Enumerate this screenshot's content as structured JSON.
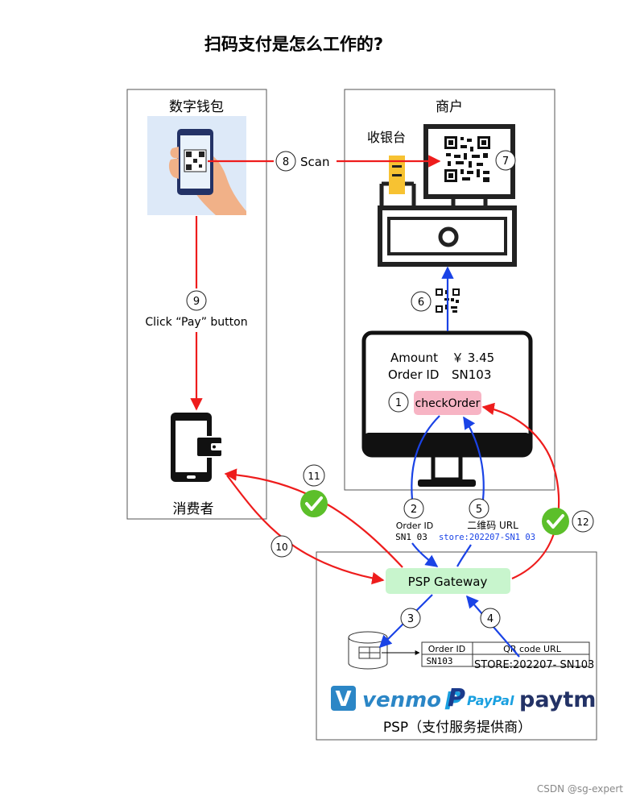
{
  "title": "扫码支付是怎么工作的?",
  "boxes": {
    "wallet": "数字钱包",
    "merchant": "商户",
    "consumer": "消费者",
    "psp": "PSP（支付服务提供商）"
  },
  "merchant": {
    "pos_label": "收银台",
    "amount_label": "Amount",
    "amount_value": "￥ 3.45",
    "order_label": "Order ID",
    "order_value": "SN103",
    "check_order": "checkOrder"
  },
  "gateway": "PSP Gateway",
  "db_table": {
    "headers": [
      "Order ID",
      "QR code URL"
    ],
    "row": [
      "SN103",
      "STORE:202207- SN103"
    ]
  },
  "steps": {
    "s1": "1",
    "s2": "2",
    "s3": "3",
    "s4": "4",
    "s5": "5",
    "s6": "6",
    "s7": "7",
    "s8": "8",
    "s9": "9",
    "s10": "10",
    "s11": "11",
    "s12": "12"
  },
  "step_texts": {
    "scan": "Scan",
    "pay_button": "Click “Pay” button",
    "order_id": "Order ID",
    "order_id_value": "SN1 03",
    "qr_label": "二维码 URL",
    "qr_value": "store:202207-SN1 03"
  },
  "brands": {
    "venmo": "venmo",
    "paypal": "PayPal",
    "paytm": "paytm"
  },
  "watermark": "CSDN @sg-expert",
  "colors": {
    "red_arrow": "#ee1c1c",
    "blue_arrow": "#1a43e6",
    "gateway_fill": "#c8f5cd",
    "check_order_fill": "#f7b4c4",
    "check_badge": "#5cbf2a",
    "wallet_bg": "#dde9f8",
    "venmo_blue": "#2b86c6",
    "paypal_dark": "#1a3a8c",
    "paypal_light": "#1aa0e0",
    "paytm_dark": "#233266"
  }
}
